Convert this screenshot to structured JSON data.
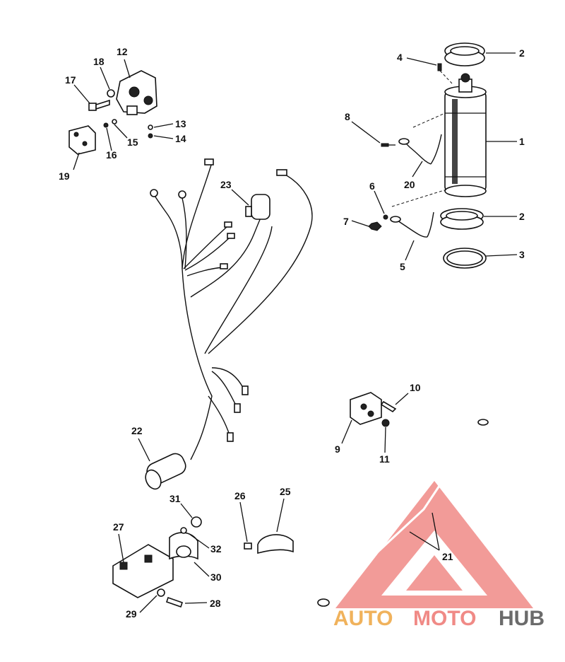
{
  "callouts": [
    {
      "id": "c1",
      "text": "1"
    },
    {
      "id": "c2a",
      "text": "2"
    },
    {
      "id": "c2b",
      "text": "2"
    },
    {
      "id": "c3",
      "text": "3"
    },
    {
      "id": "c4",
      "text": "4"
    },
    {
      "id": "c5",
      "text": "5"
    },
    {
      "id": "c6",
      "text": "6"
    },
    {
      "id": "c7",
      "text": "7"
    },
    {
      "id": "c8",
      "text": "8"
    },
    {
      "id": "c9",
      "text": "9"
    },
    {
      "id": "c10",
      "text": "10"
    },
    {
      "id": "c11",
      "text": "11"
    },
    {
      "id": "c12",
      "text": "12"
    },
    {
      "id": "c13",
      "text": "13"
    },
    {
      "id": "c14",
      "text": "14"
    },
    {
      "id": "c15",
      "text": "15"
    },
    {
      "id": "c16",
      "text": "16"
    },
    {
      "id": "c17",
      "text": "17"
    },
    {
      "id": "c18",
      "text": "18"
    },
    {
      "id": "c19",
      "text": "19"
    },
    {
      "id": "c20",
      "text": "20"
    },
    {
      "id": "c21",
      "text": "21"
    },
    {
      "id": "c22",
      "text": "22"
    },
    {
      "id": "c23",
      "text": "23"
    },
    {
      "id": "c25",
      "text": "25"
    },
    {
      "id": "c26",
      "text": "26"
    },
    {
      "id": "c27",
      "text": "27"
    },
    {
      "id": "c28",
      "text": "28"
    },
    {
      "id": "c29",
      "text": "29"
    },
    {
      "id": "c30",
      "text": "30"
    },
    {
      "id": "c31",
      "text": "31"
    },
    {
      "id": "c32",
      "text": "32"
    }
  ],
  "watermark": {
    "part1": "AUTO",
    "part2": "MOTO",
    "part3": "HUB",
    "triangle_color": "#f08a86",
    "auto_color": "#f0b25c",
    "hub_color": "#6b6b6b"
  }
}
